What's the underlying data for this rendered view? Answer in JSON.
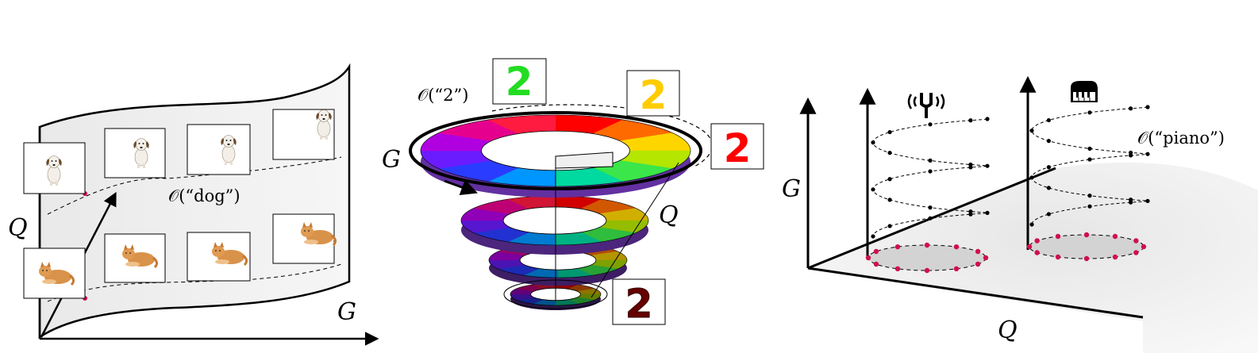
{
  "panel_left": {
    "axis_q": "Q",
    "axis_g": "G",
    "orbit_label": "𝒪(“dog”)"
  },
  "panel_middle": {
    "label_g": "G",
    "label_q": "Q",
    "orbit_label": "𝒪(“2”)",
    "digit": "2",
    "digit_colors": [
      "#22dd22",
      "#ffcc00",
      "#ff0000",
      "#660000"
    ],
    "wheel_colors": [
      "#ff0000",
      "#ff6a00",
      "#ffd500",
      "#b4e600",
      "#3ae64a",
      "#00d9a0",
      "#0096ff",
      "#2a3cff",
      "#6a1cff",
      "#b000e0",
      "#e6008e",
      "#ff1a40"
    ]
  },
  "panel_right": {
    "axis_g": "G",
    "axis_q": "Q",
    "orbit_label": "𝒪(“piano”)",
    "icon_left": "tuning-fork-icon",
    "icon_right": "piano-icon"
  }
}
